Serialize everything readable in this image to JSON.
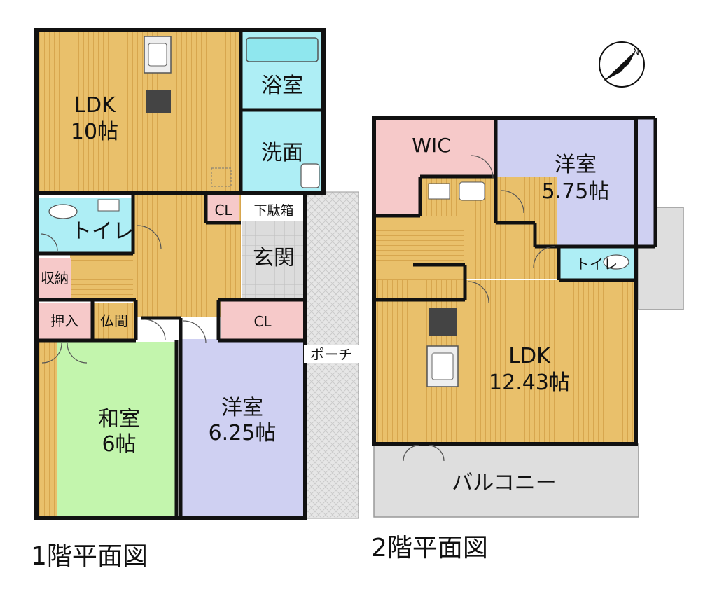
{
  "floors": [
    {
      "title": "1階平面図",
      "rooms": [
        {
          "name": "LDK",
          "size": "10帖"
        },
        {
          "name": "浴室"
        },
        {
          "name": "洗面"
        },
        {
          "name": "トイレ"
        },
        {
          "name": "CL"
        },
        {
          "name": "下駄箱"
        },
        {
          "name": "玄関"
        },
        {
          "name": "収納"
        },
        {
          "name": "押入"
        },
        {
          "name": "仏間"
        },
        {
          "name": "CL"
        },
        {
          "name": "和室",
          "size": "6帖"
        },
        {
          "name": "洋室",
          "size": "6.25帖"
        },
        {
          "name": "ポーチ"
        }
      ]
    },
    {
      "title": "2階平面図",
      "rooms": [
        {
          "name": "WIC"
        },
        {
          "name": "洋室",
          "size": "5.75帖"
        },
        {
          "name": "トイレ"
        },
        {
          "name": "LDK",
          "size": "12.43帖"
        },
        {
          "name": "バルコニー"
        }
      ]
    }
  ],
  "colors": {
    "wall": "#111111",
    "wood": "#e9c06b",
    "wood_line": "#d9a84f",
    "wet": "#aeeef5",
    "closet": "#f6c9c9",
    "tatami": "#c3f5ad",
    "bedroom": "#cfd0f2",
    "tile": "#d9d9d9",
    "balcony": "#dedede"
  },
  "icons": [
    "compass-icon",
    "sink-icon",
    "stove-icon",
    "bathtub-icon",
    "toilet-icon",
    "stairs-icon"
  ]
}
